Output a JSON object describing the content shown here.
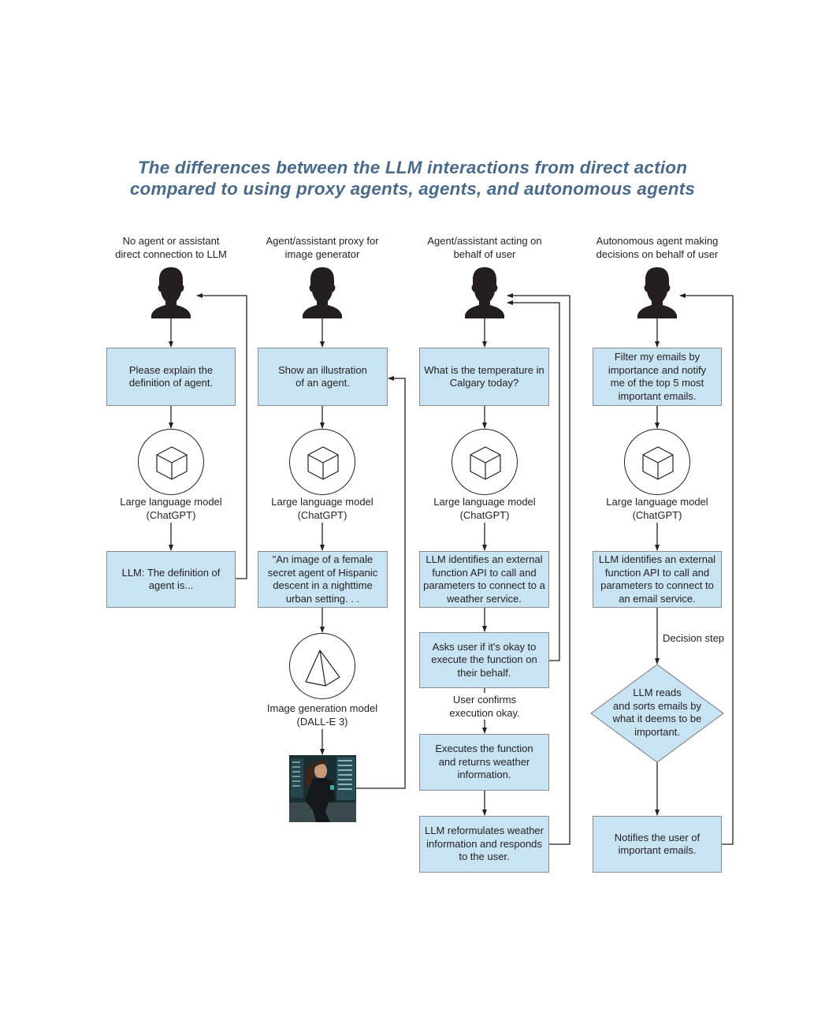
{
  "title": {
    "line1": "The differences between the LLM interactions from direct action",
    "line2": "compared to using proxy agents, agents, and autonomous agents"
  },
  "colors": {
    "title": "#4a6a8a",
    "box_fill": "#c8e3f1",
    "box_border": "#8a8c8e",
    "line": "#231f20"
  },
  "columns": [
    {
      "header": [
        "No agent or assistant",
        "direct connection to LLM"
      ],
      "user_icon": "person-silhouette-icon",
      "prompt": "Please explain the definition of agent.",
      "model_icon": "cube-icon",
      "model_label": [
        "Large language model",
        "(ChatGPT)"
      ],
      "response": "LLM: The definition of agent is..."
    },
    {
      "header": [
        "Agent/assistant proxy for",
        "image generator"
      ],
      "user_icon": "person-silhouette-icon",
      "prompt": "Show an illustration of an agent.",
      "model_icon": "cube-icon",
      "model_label": [
        "Large language model",
        "(ChatGPT)"
      ],
      "proxy_prompt": "\"An image of a female secret agent of Hispanic descent in a nighttime urban setting. . .",
      "image_model_icon": "pyramid-icon",
      "image_model_label": [
        "Image generation model",
        "(DALL-E 3)"
      ],
      "output_image": "generated-image-female-secret-agent"
    },
    {
      "header": [
        "Agent/assistant acting on",
        "behalf of user"
      ],
      "user_icon": "person-silhouette-icon",
      "prompt": "What is the temperature in Calgary today?",
      "model_icon": "cube-icon",
      "model_label": [
        "Large language model",
        "(ChatGPT)"
      ],
      "identify": "LLM identifies an external function API to call and parameters to connect to a weather service.",
      "ask": "Asks user if it's okay to execute the function on their behalf.",
      "confirm_label": [
        "User confirms",
        "execution okay."
      ],
      "execute": "Executes the function and returns weather information.",
      "reformulate": "LLM reformulates weather information and responds to the user."
    },
    {
      "header": [
        "Autonomous agent making",
        "decisions on behalf of user"
      ],
      "user_icon": "person-silhouette-icon",
      "prompt": "Filter my emails by importance and notify me of the top 5 most important emails.",
      "model_icon": "cube-icon",
      "model_label": [
        "Large language model",
        "(ChatGPT)"
      ],
      "identify": "LLM identifies an external function API to call and parameters to connect to an email service.",
      "decision_label": "Decision step",
      "decision": [
        "LLM reads",
        "and sorts emails by",
        "what it deems to be",
        "important."
      ],
      "notify": "Notifies the user of important emails."
    }
  ]
}
